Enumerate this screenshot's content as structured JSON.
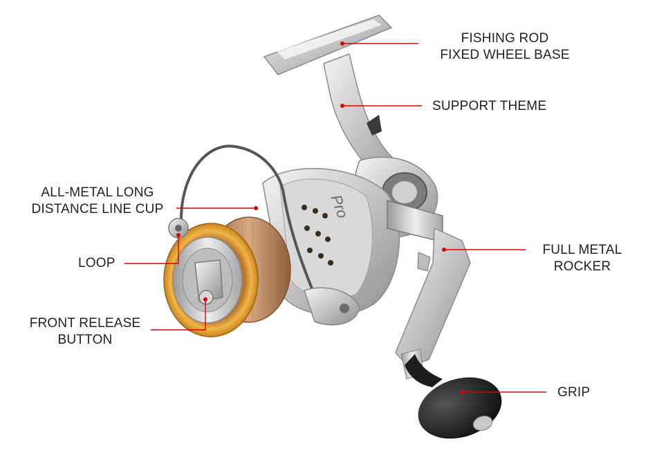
{
  "accent_color": "#e00000",
  "labels": {
    "rod_base": {
      "line1": "FISHING ROD",
      "line2": "FIXED WHEEL BASE"
    },
    "support": {
      "line1": "SUPPORT THEME"
    },
    "line_cup": {
      "line1": "ALL-METAL LONG",
      "line2": "DISTANCE LINE CUP"
    },
    "loop": {
      "line1": "LOOP"
    },
    "release": {
      "line1": "FRONT RELEASE",
      "line2": "BUTTON"
    },
    "rocker": {
      "line1": "FULL METAL",
      "line2": "ROCKER"
    },
    "grip": {
      "line1": "GRIP"
    }
  },
  "reel": {
    "brand": "Pro"
  }
}
